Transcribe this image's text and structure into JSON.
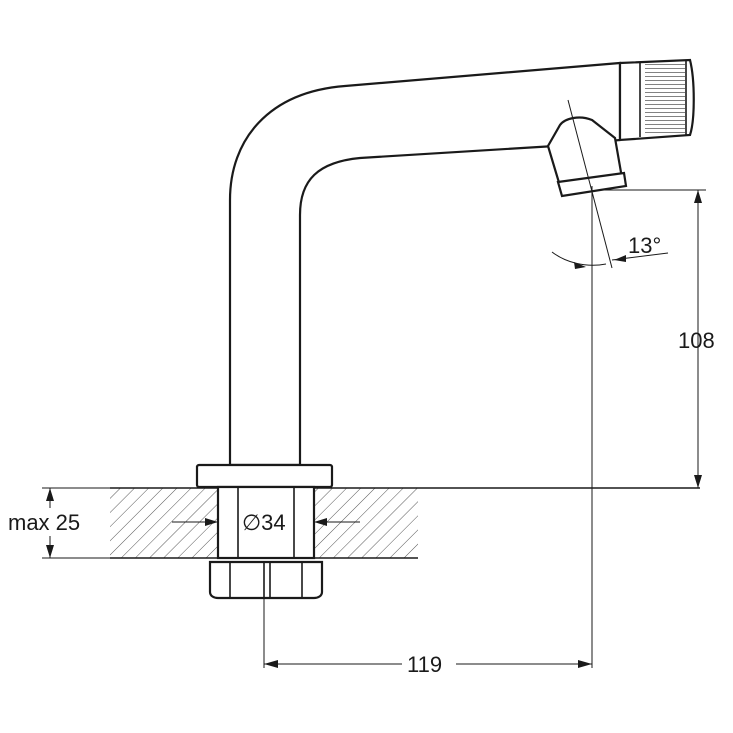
{
  "drawing": {
    "dimensions": {
      "angle": "13°",
      "height": "108",
      "reach": "119",
      "diameter": "∅34",
      "thickness": "max 25"
    }
  }
}
